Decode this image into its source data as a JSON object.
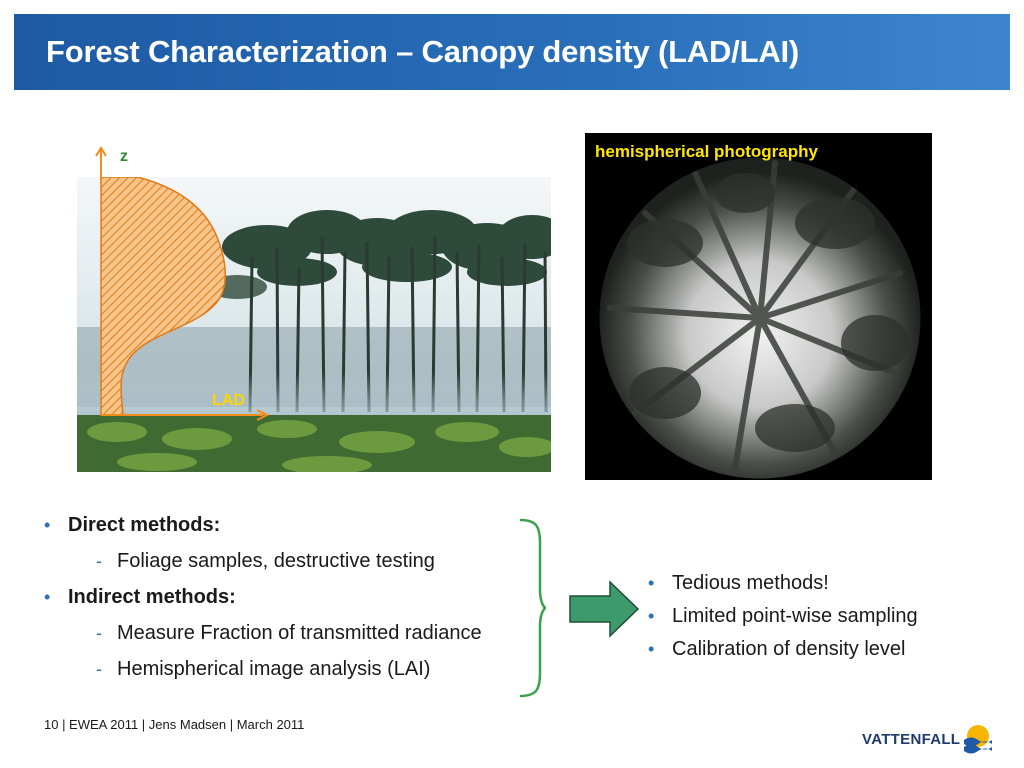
{
  "header": {
    "title": "Forest Characterization – Canopy density (LAD/LAI)"
  },
  "figure_forest": {
    "axis_z": "z",
    "axis_lad": "LAD"
  },
  "figure_hemi": {
    "label": "hemispherical photography"
  },
  "left_list": [
    {
      "text": "Direct methods:",
      "level": 1
    },
    {
      "text": "Foliage samples, destructive testing",
      "level": 2
    },
    {
      "text": "Indirect methods:",
      "level": 1
    },
    {
      "text": "Measure Fraction of transmitted radiance",
      "level": 2
    },
    {
      "text": "Hemispherical image analysis (LAI)",
      "level": 2
    }
  ],
  "right_list": [
    "Tedious methods!",
    "Limited point-wise sampling",
    "Calibration of density level"
  ],
  "footer": {
    "text": "10  |  EWEA 2011  |  Jens Madsen  |  March 2011"
  },
  "logo": {
    "text": "VATTENFALL"
  },
  "colors": {
    "header": "#2a6fba",
    "bracket": "#3aa14a",
    "arrow": "#3d9a6a",
    "lad_text": "#ffd400",
    "z_text": "#2f8a2f",
    "hemi_text": "#ffe600"
  }
}
